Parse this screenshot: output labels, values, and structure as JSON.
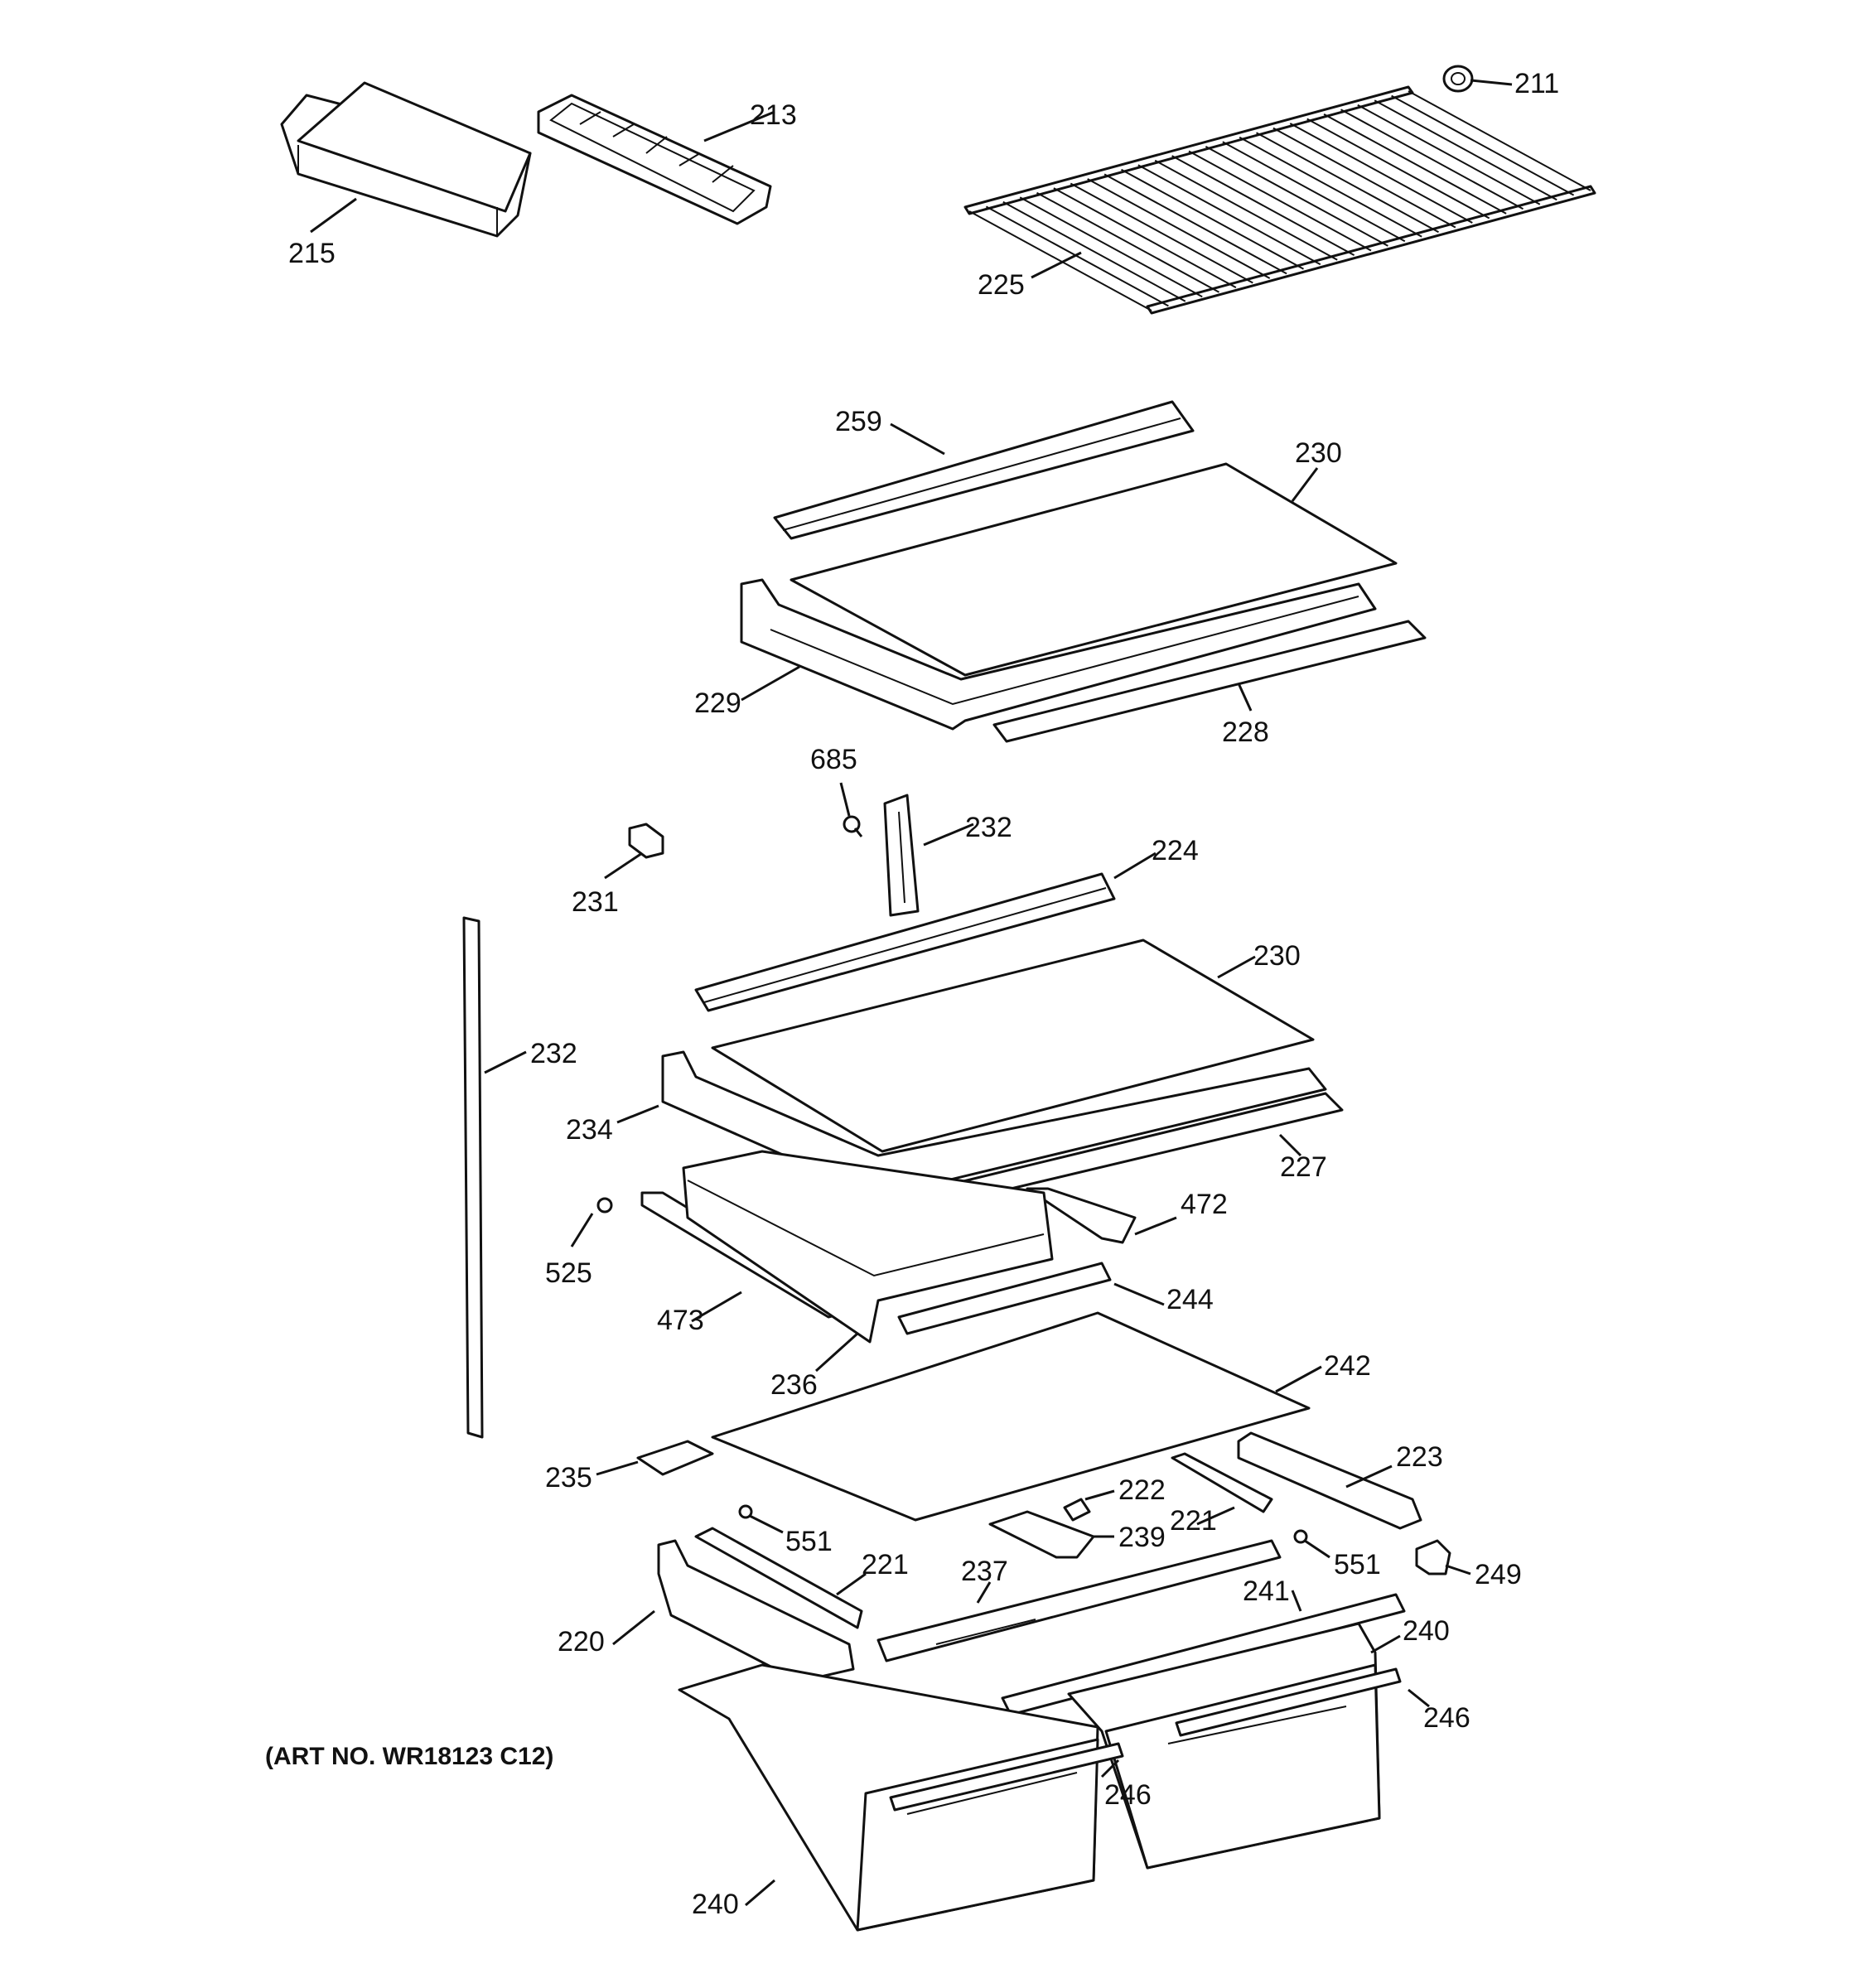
{
  "art_number": "(ART NO. WR18123 C12)",
  "callouts": [
    {
      "id": "c211",
      "text": "211"
    },
    {
      "id": "c213",
      "text": "213"
    },
    {
      "id": "c215",
      "text": "215"
    },
    {
      "id": "c225",
      "text": "225"
    },
    {
      "id": "c259",
      "text": "259"
    },
    {
      "id": "c230a",
      "text": "230"
    },
    {
      "id": "c229",
      "text": "229"
    },
    {
      "id": "c228",
      "text": "228"
    },
    {
      "id": "c685",
      "text": "685"
    },
    {
      "id": "c232a",
      "text": "232"
    },
    {
      "id": "c224",
      "text": "224"
    },
    {
      "id": "c231",
      "text": "231"
    },
    {
      "id": "c230b",
      "text": "230"
    },
    {
      "id": "c232b",
      "text": "232"
    },
    {
      "id": "c234",
      "text": "234"
    },
    {
      "id": "c227",
      "text": "227"
    },
    {
      "id": "c472",
      "text": "472"
    },
    {
      "id": "c525",
      "text": "525"
    },
    {
      "id": "c244",
      "text": "244"
    },
    {
      "id": "c473",
      "text": "473"
    },
    {
      "id": "c236",
      "text": "236"
    },
    {
      "id": "c242",
      "text": "242"
    },
    {
      "id": "c223",
      "text": "223"
    },
    {
      "id": "c235",
      "text": "235"
    },
    {
      "id": "c222",
      "text": "222"
    },
    {
      "id": "c221a",
      "text": "221"
    },
    {
      "id": "c551a",
      "text": "551"
    },
    {
      "id": "c239",
      "text": "239"
    },
    {
      "id": "c551b",
      "text": "551"
    },
    {
      "id": "c249",
      "text": "249"
    },
    {
      "id": "c221b",
      "text": "221"
    },
    {
      "id": "c237",
      "text": "237"
    },
    {
      "id": "c241",
      "text": "241"
    },
    {
      "id": "c240a",
      "text": "240"
    },
    {
      "id": "c220",
      "text": "220"
    },
    {
      "id": "c246a",
      "text": "246"
    },
    {
      "id": "c246b",
      "text": "246"
    },
    {
      "id": "c240b",
      "text": "240"
    }
  ]
}
